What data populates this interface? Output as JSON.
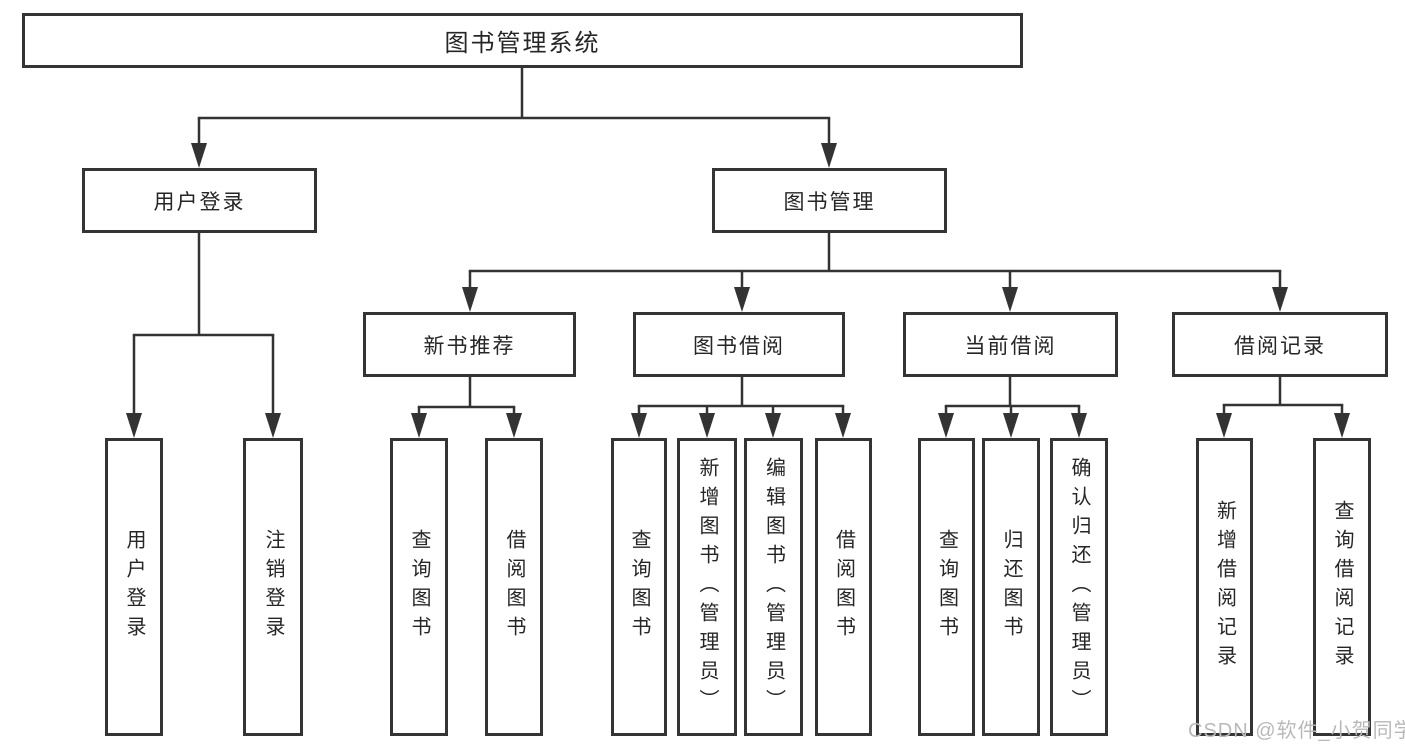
{
  "colors": {
    "line": "#333333",
    "box_border": "#343434",
    "text": "#262626",
    "watermark_gray": "#b9b9b9",
    "background": "#ffffff"
  },
  "watermark": "CSDN @软件_小贺同学",
  "tree": {
    "root": {
      "label": "图书管理系统",
      "children": [
        {
          "label": "用户登录",
          "children": [
            {
              "label": "用户登录"
            },
            {
              "label": "注销登录"
            }
          ]
        },
        {
          "label": "图书管理",
          "children": [
            {
              "label": "新书推荐",
              "children": [
                {
                  "label": "查询图书"
                },
                {
                  "label": "借阅图书"
                }
              ]
            },
            {
              "label": "图书借阅",
              "children": [
                {
                  "label": "查询图书"
                },
                {
                  "label": "新增图书（管理员）"
                },
                {
                  "label": "编辑图书（管理员）"
                },
                {
                  "label": "借阅图书"
                }
              ]
            },
            {
              "label": "当前借阅",
              "children": [
                {
                  "label": "查询图书"
                },
                {
                  "label": "归还图书"
                },
                {
                  "label": "确认归还（管理员）"
                }
              ]
            },
            {
              "label": "借阅记录",
              "children": [
                {
                  "label": "新增借阅记录"
                },
                {
                  "label": "查询借阅记录"
                }
              ]
            }
          ]
        }
      ]
    }
  }
}
